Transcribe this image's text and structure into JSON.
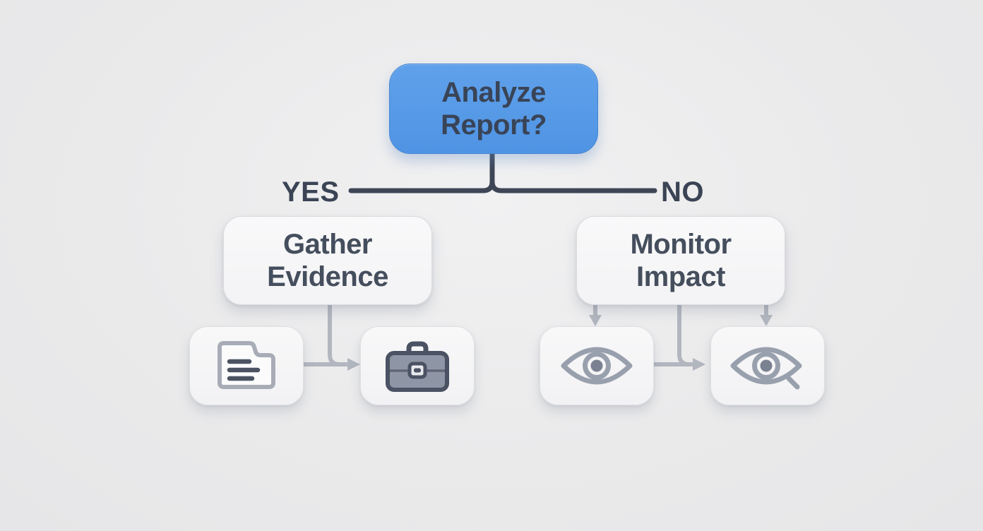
{
  "diagram": {
    "decision": {
      "lines": [
        "Analyze",
        "Report?"
      ]
    },
    "branches": {
      "yes": "YES",
      "no": "NO"
    },
    "yes_node": {
      "lines": [
        "Gather",
        "Evidence"
      ]
    },
    "no_node": {
      "lines": [
        "Monitor",
        "Impact"
      ]
    },
    "leaves": {
      "yes_branch": [
        {
          "icon": "document-icon"
        },
        {
          "icon": "briefcase-icon"
        }
      ],
      "no_branch": [
        {
          "icon": "eye-icon"
        },
        {
          "icon": "eye-scan-icon"
        }
      ]
    },
    "colors": {
      "decision_fill": "#559ae7",
      "decision_border": "#4787d2",
      "connector_dark": "#3e4656",
      "connector_light": "#b2b6bf",
      "card_fill": "#f6f6f8",
      "card_border": "#dbdbe0",
      "text_dark": "#454e5d",
      "icon_outline": "#9aa1ad",
      "icon_dark": "#4a5263",
      "briefcase_fill": "#8e96a5",
      "background": "#e9e9ea"
    }
  }
}
